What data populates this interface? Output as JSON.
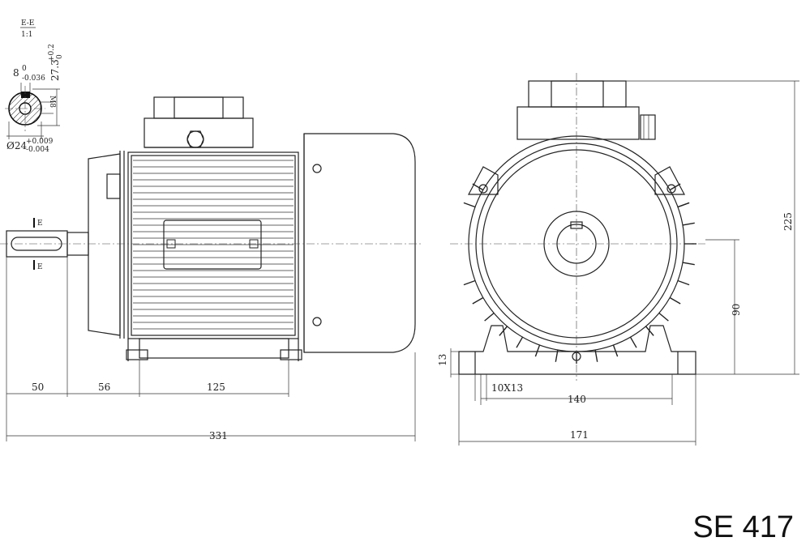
{
  "title": "SE 417",
  "section": {
    "name": "E-E",
    "scale": "1:1"
  },
  "key_detail": {
    "key_width": "8",
    "key_width_upper_tol": "0",
    "key_width_lower_tol": "-0.036",
    "key_height": "27.3",
    "key_height_upper_tol": "+0.2",
    "key_height_lower_tol": "0",
    "thread": "M8",
    "shaft_dia": "Ø24",
    "shaft_dia_upper_tol": "+0.009",
    "shaft_dia_lower_tol": "-0.004"
  },
  "section_marks": [
    "E",
    "E"
  ],
  "side_view_dims": {
    "d1": "50",
    "d2": "56",
    "d3": "125",
    "total": "331"
  },
  "front_view_dims": {
    "height": "225",
    "shaft_height": "90",
    "foot": "13",
    "hole": "10X13",
    "bolt_span": "140",
    "width": "171"
  }
}
